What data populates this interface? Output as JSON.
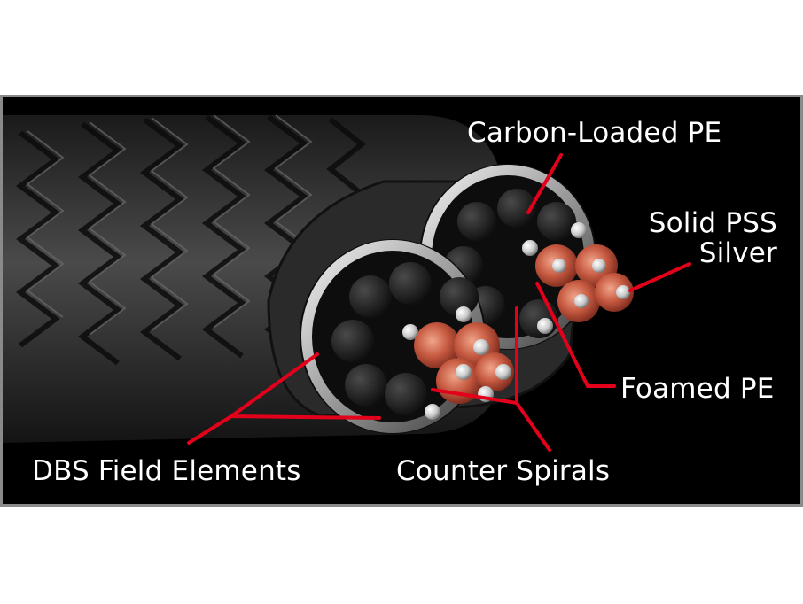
{
  "callouts": {
    "carbon_loaded_pe": "Carbon-Loaded PE",
    "solid_pss_line1": "Solid PSS",
    "solid_pss_line2": "Silver",
    "foamed_pe": "Foamed PE",
    "dbs_field_elements": "DBS Field Elements",
    "counter_spirals": "Counter Spirals"
  },
  "colors": {
    "background": "#000000",
    "frame_border": "#8a8a8a",
    "leader_line": "#e3001b",
    "label_text": "#ffffff",
    "braid": "#3a3a3a",
    "copper": "#c4583f",
    "silver": "#d9d9d9"
  }
}
